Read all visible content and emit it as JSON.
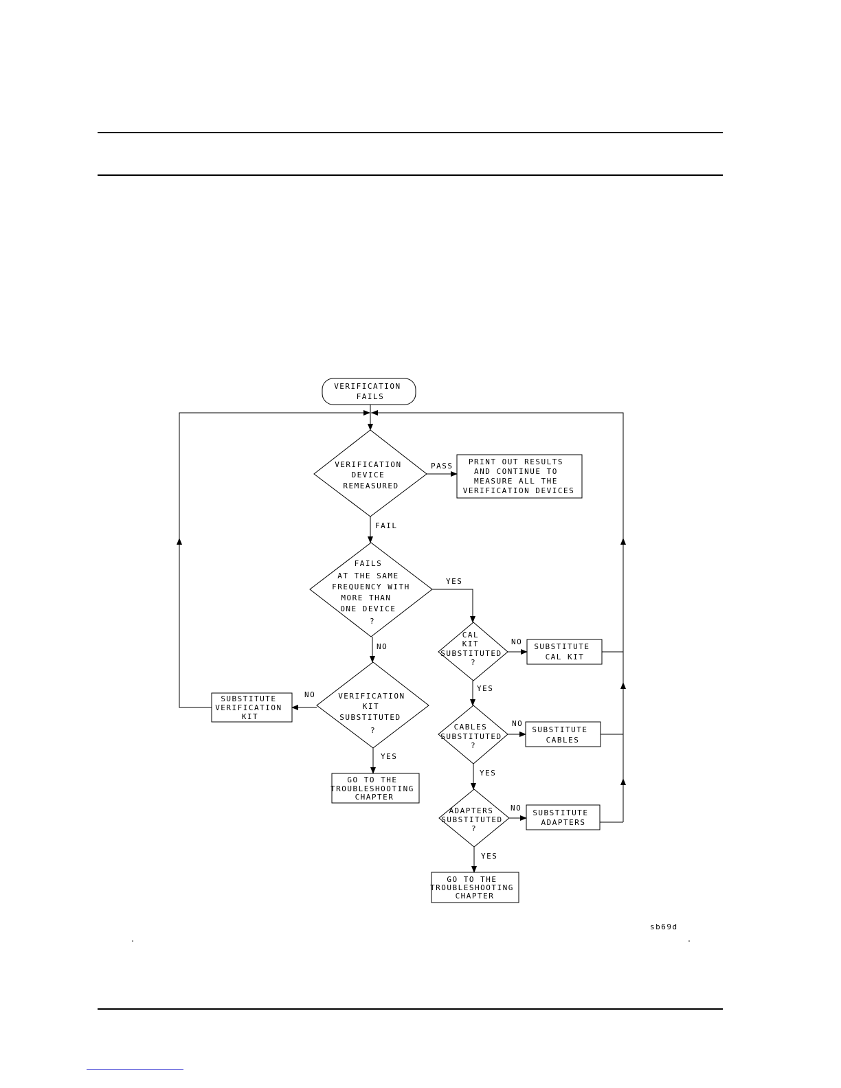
{
  "flowchart": {
    "start": [
      "VERIFICATION",
      "FAILS"
    ],
    "decision_remeasured": [
      "VERIFICATION",
      "DEVICE",
      "REMEASURED"
    ],
    "label_pass": "PASS",
    "box_print": [
      "PRINT OUT RESULTS",
      "AND CONTINUE TO",
      "MEASURE ALL THE",
      "VERIFICATION DEVICES"
    ],
    "label_fail": "FAIL",
    "decision_same_freq": [
      "FAILS",
      "AT THE SAME",
      "FREQUENCY WITH",
      "MORE THAN",
      "ONE DEVICE",
      "?"
    ],
    "label_yes_1": "YES",
    "label_no_1": "NO",
    "decision_cal_kit": [
      "CAL",
      "KIT",
      "SUBSTITUTED",
      "?"
    ],
    "label_no_cal": "NO",
    "box_sub_cal_kit": [
      "SUBSTITUTE",
      "CAL KIT"
    ],
    "label_yes_cal": "YES",
    "decision_cables": [
      "CABLES",
      "SUBSTITUTED",
      "?"
    ],
    "label_no_cables": "NO",
    "box_sub_cables": [
      "SUBSTITUTE",
      "CABLES"
    ],
    "label_yes_cables": "YES",
    "decision_adapters": [
      "ADAPTERS",
      "SUBSTITUTED",
      "?"
    ],
    "label_no_adapters": "NO",
    "box_sub_adapters": [
      "SUBSTITUTE",
      "ADAPTERS"
    ],
    "label_yes_adapters": "YES",
    "box_troubleshoot_right": [
      "GO TO THE",
      "TROUBLESHOOTING",
      "CHAPTER"
    ],
    "decision_ver_kit": [
      "VERIFICATION",
      "KIT",
      "SUBSTITUTED",
      "?"
    ],
    "label_no_ver_kit": "NO",
    "box_sub_ver_kit": [
      "SUBSTITUTE",
      "VERIFICATION",
      "KIT"
    ],
    "label_yes_ver_kit": "YES",
    "box_troubleshoot_left": [
      "GO TO THE",
      "TROUBLESHOOTING",
      "CHAPTER"
    ],
    "figure_code": "sb69d"
  }
}
